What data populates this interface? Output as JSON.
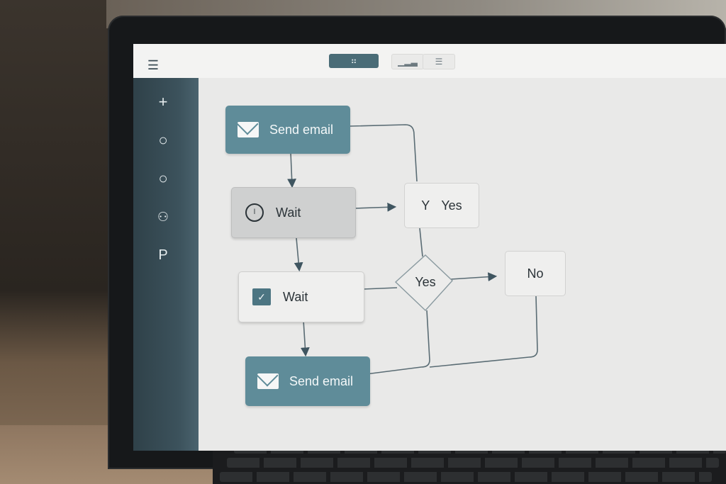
{
  "toolbar": {
    "menu_icon": "☰",
    "view_buttons": [
      {
        "icon": "flow-icon",
        "glyph": "⠶"
      },
      {
        "icon": "chart-icon",
        "glyph": "▁▂▃"
      },
      {
        "icon": "list-icon",
        "glyph": "☰"
      }
    ]
  },
  "sidebar": {
    "items": [
      {
        "icon": "plus-icon",
        "glyph": "+"
      },
      {
        "icon": "circle-icon",
        "glyph": "○"
      },
      {
        "icon": "circle-icon",
        "glyph": "○"
      },
      {
        "icon": "user-icon",
        "glyph": "⚇"
      },
      {
        "icon": "flag-icon",
        "glyph": "P"
      }
    ]
  },
  "flow": {
    "nodes": [
      {
        "id": "send-email-1",
        "label": "Send email",
        "icon": "envelope-icon"
      },
      {
        "id": "wait-1",
        "label": "Wait",
        "icon": "clock-icon",
        "icon_glyph": "l"
      },
      {
        "id": "wait-2",
        "label": "Wait",
        "icon": "check-icon",
        "icon_glyph": "✓"
      },
      {
        "id": "send-email-2",
        "label": "Send email",
        "icon": "envelope-icon"
      }
    ],
    "labels": {
      "yes_box_prefix": "Y",
      "yes_box": "Yes",
      "decision": "Yes",
      "no_box": "No"
    }
  },
  "colors": {
    "accent": "#5f8c99",
    "sidebar": "#3c525c",
    "canvas": "#e9e9e8"
  }
}
